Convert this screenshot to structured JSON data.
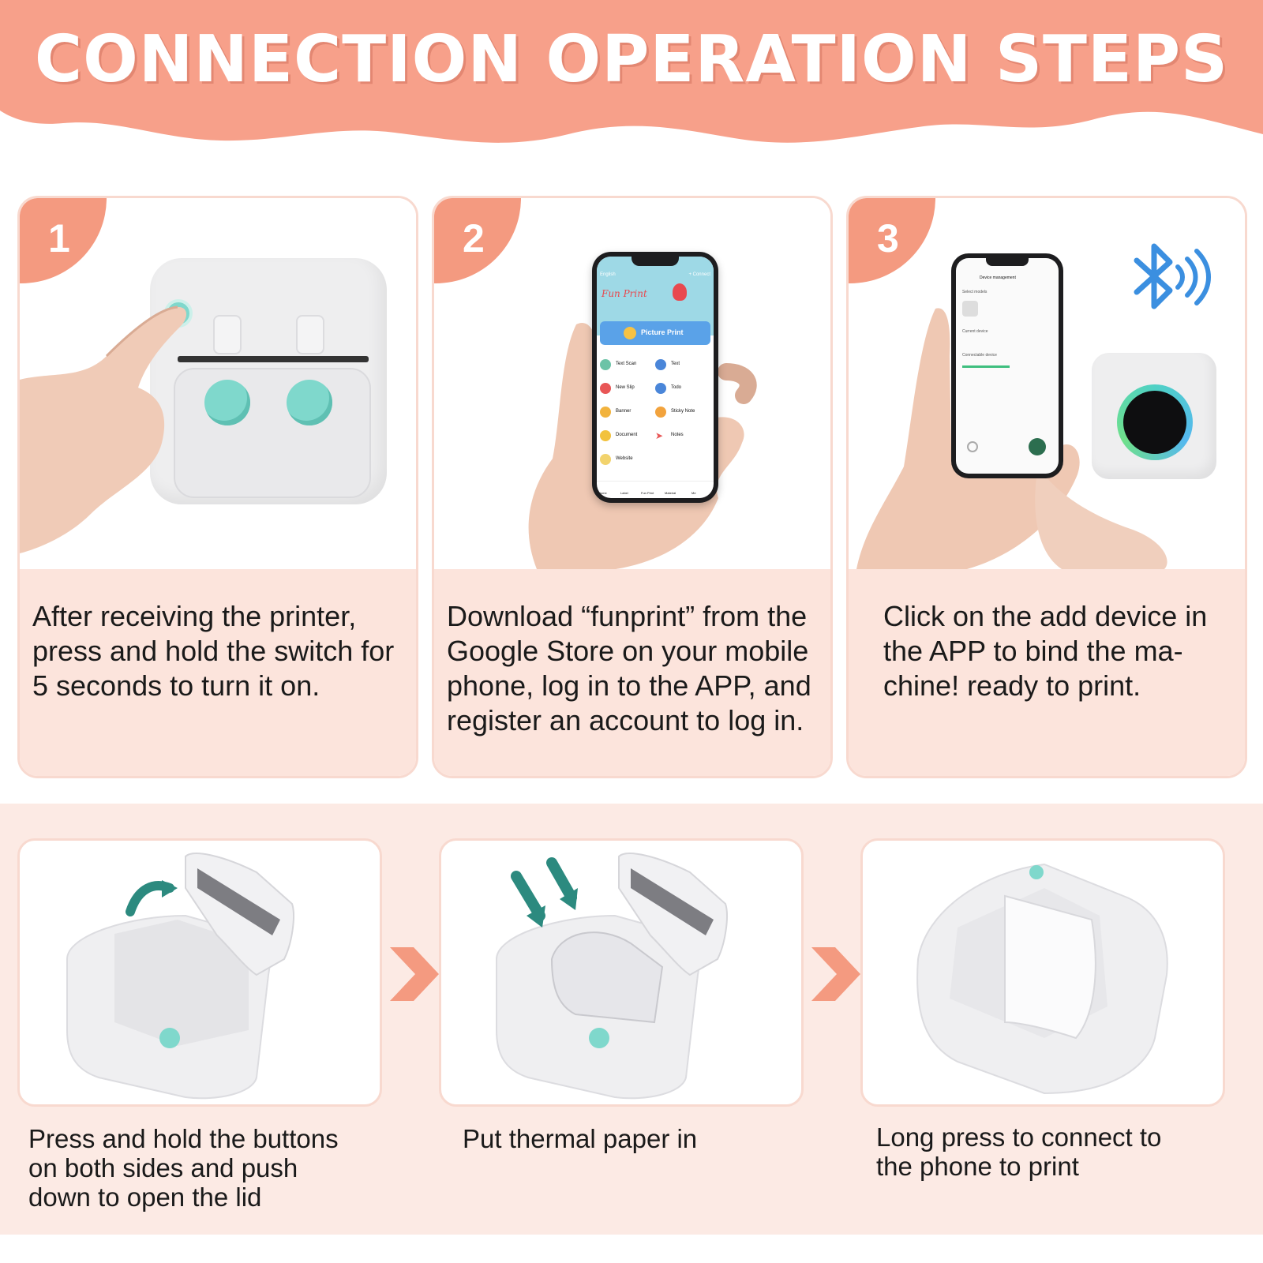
{
  "header": {
    "title": "CONNECTION OPERATION STEPS",
    "color": "#f7a08a"
  },
  "steps": [
    {
      "number": "1",
      "text": "After receiving the printer, press and hold the switch for 5 seconds to turn it on."
    },
    {
      "number": "2",
      "text": "Download  “funprint” from the Google Store on your mobile phone, log in to the APP, and register an account to log in."
    },
    {
      "number": "3",
      "text": "Click on the add device in the APP to bind the ma-chine! ready to print."
    }
  ],
  "phone_app": {
    "title": "Fun Print",
    "top_left": "English",
    "top_right": "+ Connect",
    "picture_print": "Picture Print",
    "menu": [
      "Text Scan",
      "Text",
      "New Slip",
      "Todo",
      "Banner",
      "Sticky Note",
      "Document",
      "Notes",
      "Website"
    ],
    "tabs": [
      "Home",
      "Label",
      "Fun Print",
      "Material",
      "Me"
    ]
  },
  "phone_device": {
    "title": "Device management",
    "row1": "Select models",
    "row2": "Current device",
    "row3": "Connectable device"
  },
  "lower_steps": [
    {
      "text_line1": "Press and hold the buttons",
      "text_line2": "on both sides and push",
      "text_line3": "down to open the lid"
    },
    {
      "text_line1": "Put thermal paper in",
      "text_line2": "",
      "text_line3": ""
    },
    {
      "text_line1": "Long press to connect to",
      "text_line2": "the phone to print",
      "text_line3": ""
    }
  ],
  "colors": {
    "accent": "#f49a80",
    "caption_bg": "#fce4dc",
    "lower_bg": "#fceae4",
    "mint": "#7fd8cc",
    "bluetooth": "#3b8fe0"
  }
}
